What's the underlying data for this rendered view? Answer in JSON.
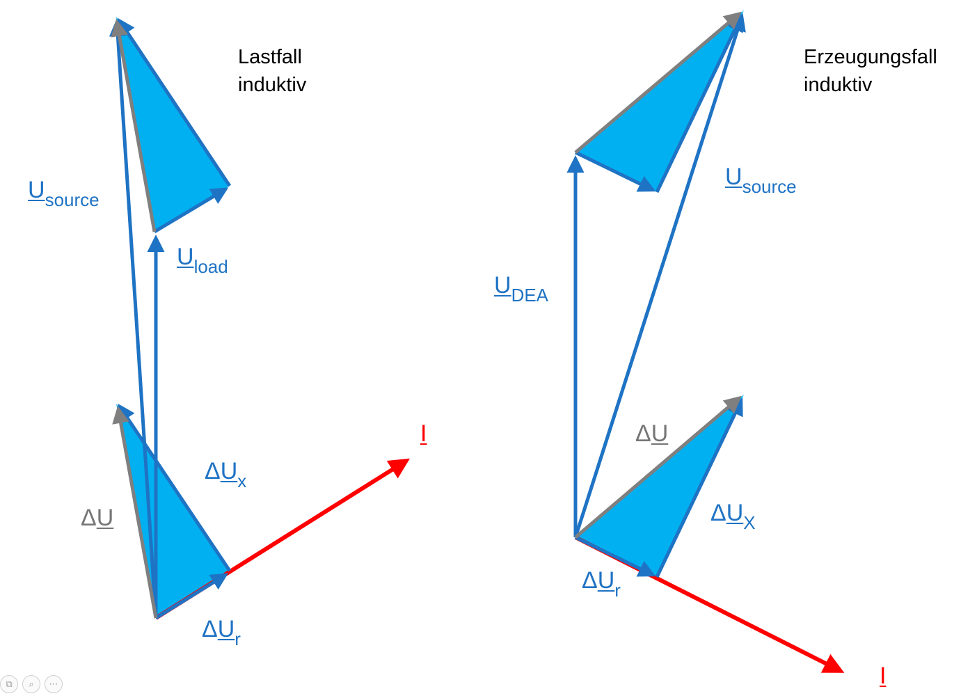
{
  "left_diagram": {
    "title_line1": "Lastfall",
    "title_line2": "induktiv",
    "labels": {
      "u_source": {
        "main": "U",
        "sub": "source"
      },
      "u_load": {
        "main": "U",
        "sub": "load"
      },
      "delta_u": {
        "prefix": "Δ",
        "main": "U"
      },
      "delta_ux": {
        "prefix": "Δ",
        "main": "U",
        "sub": "x"
      },
      "delta_ur": {
        "prefix": "Δ",
        "main": "U",
        "sub": "r"
      },
      "current": {
        "main": "I"
      }
    }
  },
  "right_diagram": {
    "title_line1": "Erzeugungsfall",
    "title_line2": "induktiv",
    "labels": {
      "u_source": {
        "main": "U",
        "sub": "source"
      },
      "u_dea": {
        "main": "U",
        "sub": "DEA"
      },
      "delta_u": {
        "prefix": "Δ",
        "main": "U"
      },
      "delta_ux": {
        "prefix": "Δ",
        "main": "U",
        "sub": "X"
      },
      "delta_ur": {
        "prefix": "Δ",
        "main": "U",
        "sub": "r"
      },
      "current": {
        "main": "I"
      }
    }
  },
  "colors": {
    "voltage_vector": "#1f73c4",
    "triangle_fill": "#00b0f0",
    "delta_u_vector": "#7f7f7f",
    "current_vector": "#ff0000"
  },
  "toolbar": {
    "icons": [
      "copy-icon",
      "zoom-icon",
      "more-icon"
    ]
  }
}
